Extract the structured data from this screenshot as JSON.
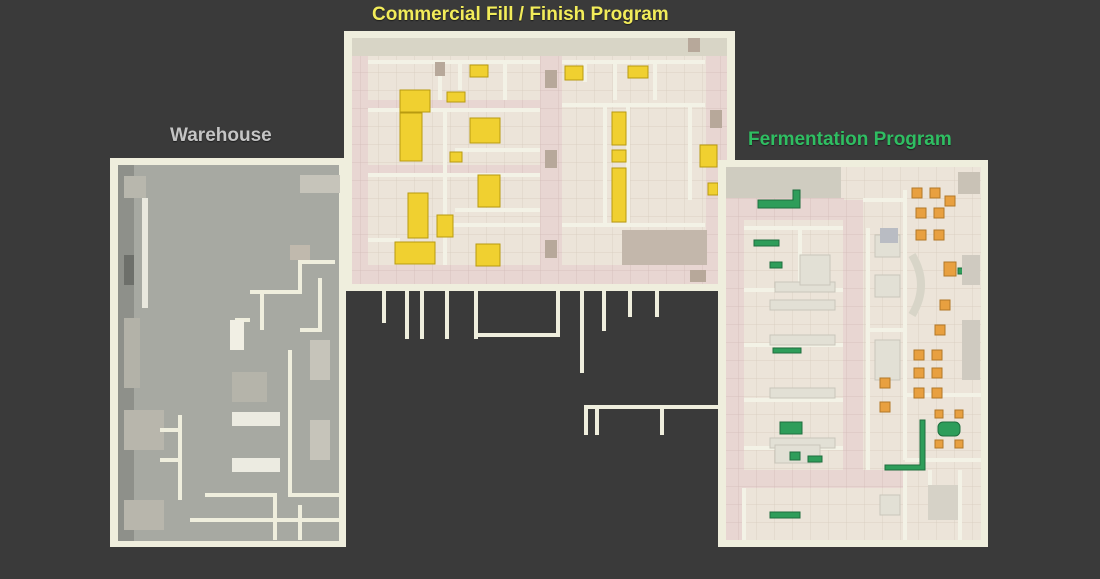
{
  "labels": {
    "commercial": "Commercial Fill / Finish Program",
    "warehouse": "Warehouse",
    "fermentation": "Fermentation Program"
  },
  "colors": {
    "background": "#3a3a3a",
    "commercial_label": "#f2ec5a",
    "warehouse_label": "#c4c4c4",
    "fermentation_label": "#2fbe62",
    "equipment_commercial": "#f0d030",
    "equipment_fermentation": "#2e9d5a",
    "furniture_office": "#e8a040",
    "wall": "#efeedd",
    "floor_tile": "#ebe3d8",
    "warehouse_floor": "#a7a9a2"
  }
}
